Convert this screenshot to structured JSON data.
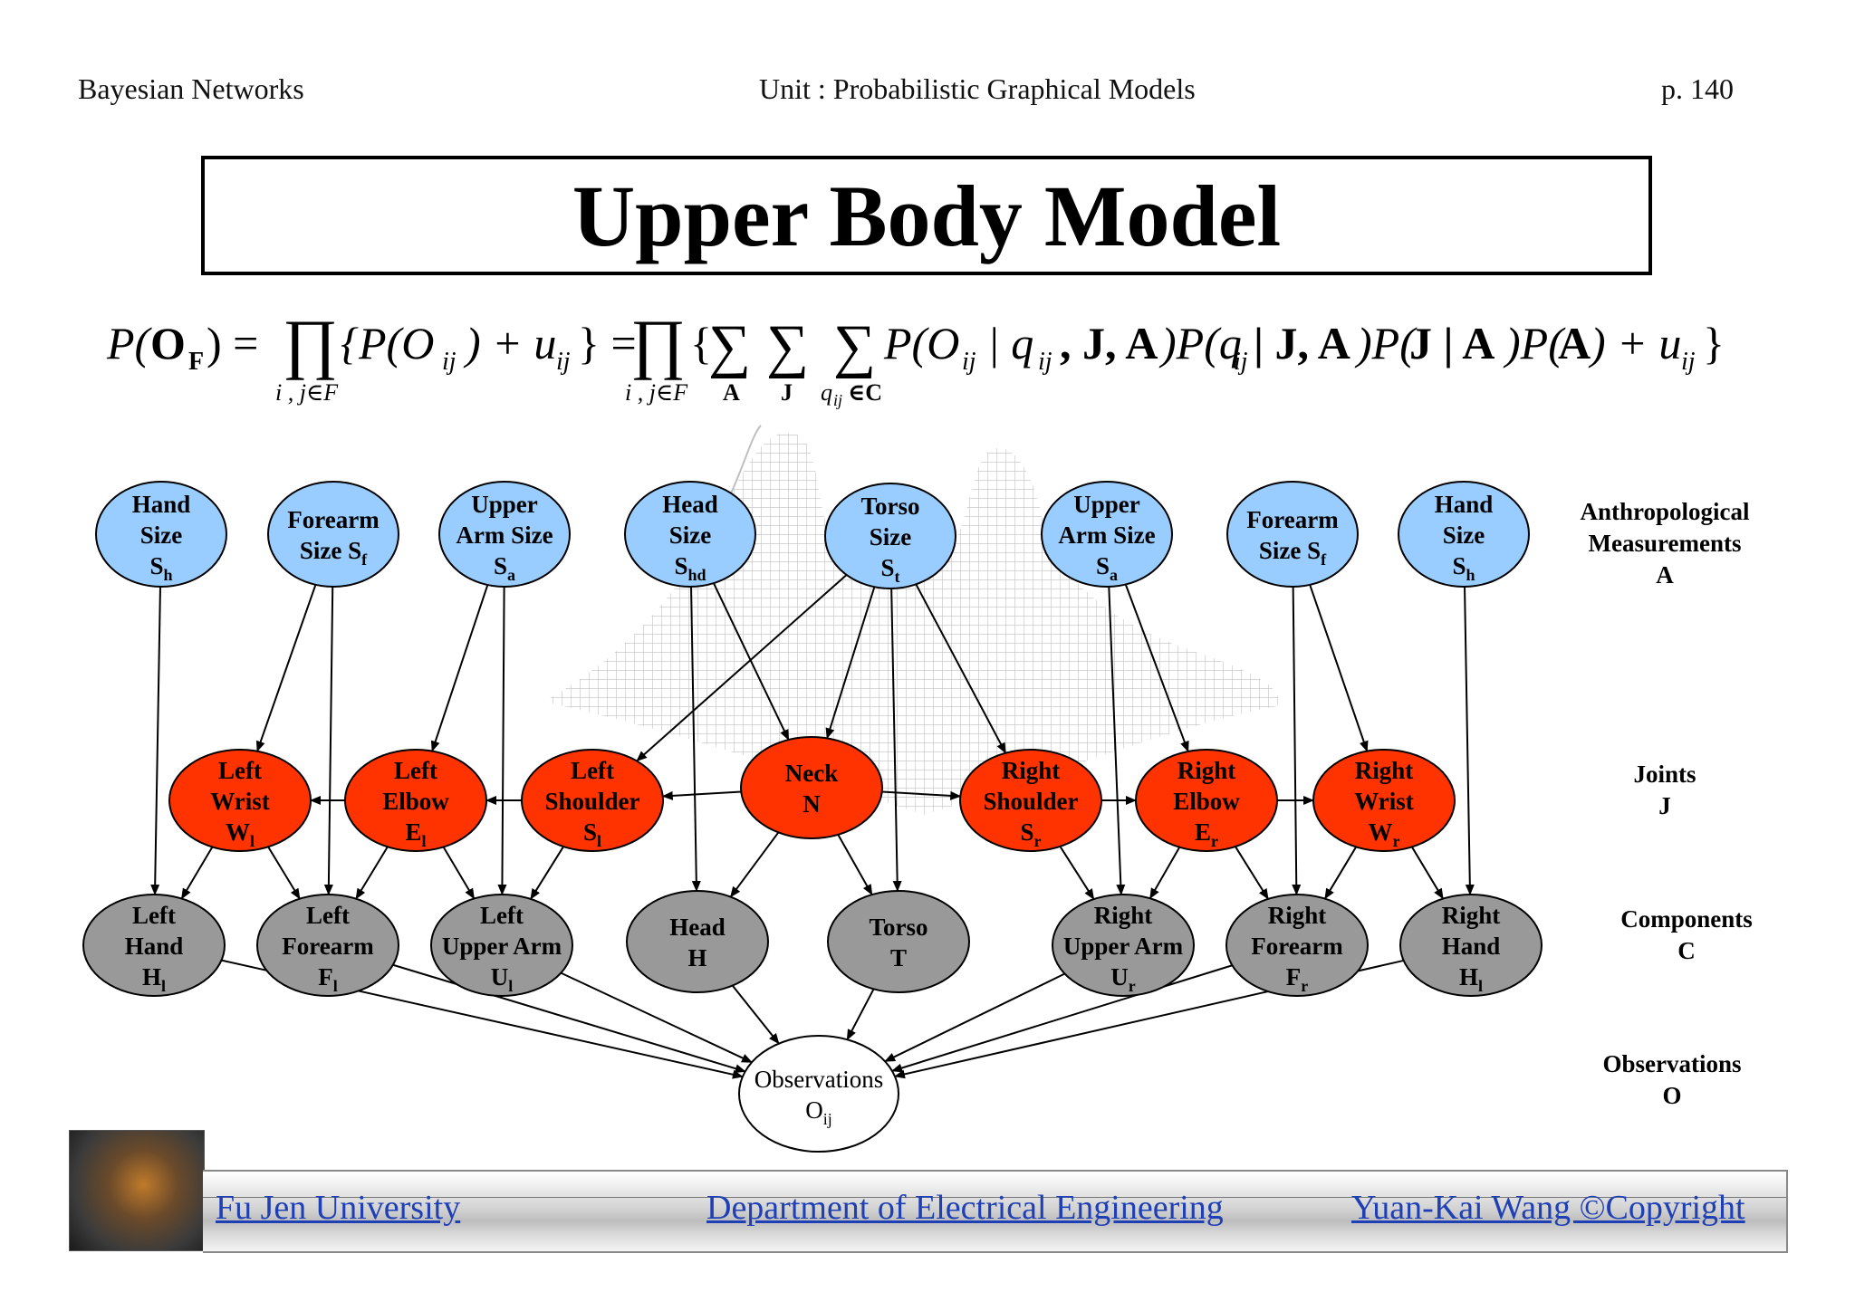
{
  "header": {
    "left": "Bayesian Networks",
    "center": "Unit : Probabilistic Graphical Models",
    "right": "p.  140"
  },
  "title": "Upper Body Model",
  "equation": {
    "lhs": "P(O",
    "lhs_sub": "F",
    "rhs1": "{P(O",
    "rhs1_sub": "ij",
    "rhs1_mid": ")+u",
    "rhs1_end": "}",
    "rhs2": "{P(O | q , J, A)P(q | J, A)P(J | A)P(A) + u }",
    "prod_index": "i, j∈F",
    "sum_indices": [
      "A",
      "J",
      "q ∈C"
    ]
  },
  "layers": [
    {
      "lines": [
        "Anthropological",
        "Measurements",
        "A"
      ]
    },
    {
      "lines": [
        "Joints",
        "J"
      ]
    },
    {
      "lines": [
        "Components",
        "C"
      ]
    },
    {
      "lines": [
        "Observations",
        "O"
      ]
    }
  ],
  "nodes": {
    "measure": [
      {
        "id": "m1",
        "lines": [
          "Hand",
          "Size",
          "S"
        ],
        "sub": "h"
      },
      {
        "id": "m2",
        "lines": [
          "Forearm",
          "Size S"
        ],
        "sub": "f"
      },
      {
        "id": "m3",
        "lines": [
          "Upper",
          "Arm Size",
          "S"
        ],
        "sub": "a"
      },
      {
        "id": "m4",
        "lines": [
          "Head",
          "Size",
          "S"
        ],
        "sub": "hd"
      },
      {
        "id": "m5",
        "lines": [
          "Torso",
          "Size",
          "S"
        ],
        "sub": "t"
      },
      {
        "id": "m6",
        "lines": [
          "Upper",
          "Arm Size",
          "S"
        ],
        "sub": "a"
      },
      {
        "id": "m7",
        "lines": [
          "Forearm",
          "Size S"
        ],
        "sub": "f"
      },
      {
        "id": "m8",
        "lines": [
          "Hand",
          "Size",
          "S"
        ],
        "sub": "h"
      }
    ],
    "joints": [
      {
        "id": "j1",
        "lines": [
          "Left",
          "Wrist",
          "W"
        ],
        "sub": "l"
      },
      {
        "id": "j2",
        "lines": [
          "Left",
          "Elbow",
          "E"
        ],
        "sub": "l"
      },
      {
        "id": "j3",
        "lines": [
          "Left",
          "Shoulder",
          "S"
        ],
        "sub": "l"
      },
      {
        "id": "j4",
        "lines": [
          "Neck",
          "N"
        ],
        "sub": ""
      },
      {
        "id": "j5",
        "lines": [
          "Right",
          "Shoulder",
          "S"
        ],
        "sub": "r"
      },
      {
        "id": "j6",
        "lines": [
          "Right",
          "Elbow",
          "E"
        ],
        "sub": "r"
      },
      {
        "id": "j7",
        "lines": [
          "Right",
          "Wrist",
          "W"
        ],
        "sub": "r"
      }
    ],
    "components": [
      {
        "id": "c1",
        "lines": [
          "Left",
          "Hand",
          "H"
        ],
        "sub": "l"
      },
      {
        "id": "c2",
        "lines": [
          "Left",
          "Forearm",
          "F"
        ],
        "sub": "l"
      },
      {
        "id": "c3",
        "lines": [
          "Left",
          "Upper Arm",
          "U"
        ],
        "sub": "l"
      },
      {
        "id": "c4",
        "lines": [
          "Head",
          "H"
        ],
        "sub": ""
      },
      {
        "id": "c5",
        "lines": [
          "Torso",
          "T"
        ],
        "sub": ""
      },
      {
        "id": "c6",
        "lines": [
          "Right",
          "Upper Arm",
          "U"
        ],
        "sub": "r"
      },
      {
        "id": "c7",
        "lines": [
          "Right",
          "Forearm",
          "F"
        ],
        "sub": "r"
      },
      {
        "id": "c8",
        "lines": [
          "Right",
          "Hand",
          "H"
        ],
        "sub": "l"
      }
    ],
    "observation": {
      "id": "o",
      "lines": [
        "Observations",
        "O"
      ],
      "sub": "ij"
    }
  },
  "colors": {
    "measure_fill": "#99ccff",
    "joint_fill": "#ff3300",
    "component_fill": "#999999",
    "observation_fill": "#ffffff"
  },
  "footer": {
    "left": "Fu Jen University",
    "center": "Department of Electrical Engineering",
    "right": "Yuan-Kai Wang ©Copyright"
  }
}
